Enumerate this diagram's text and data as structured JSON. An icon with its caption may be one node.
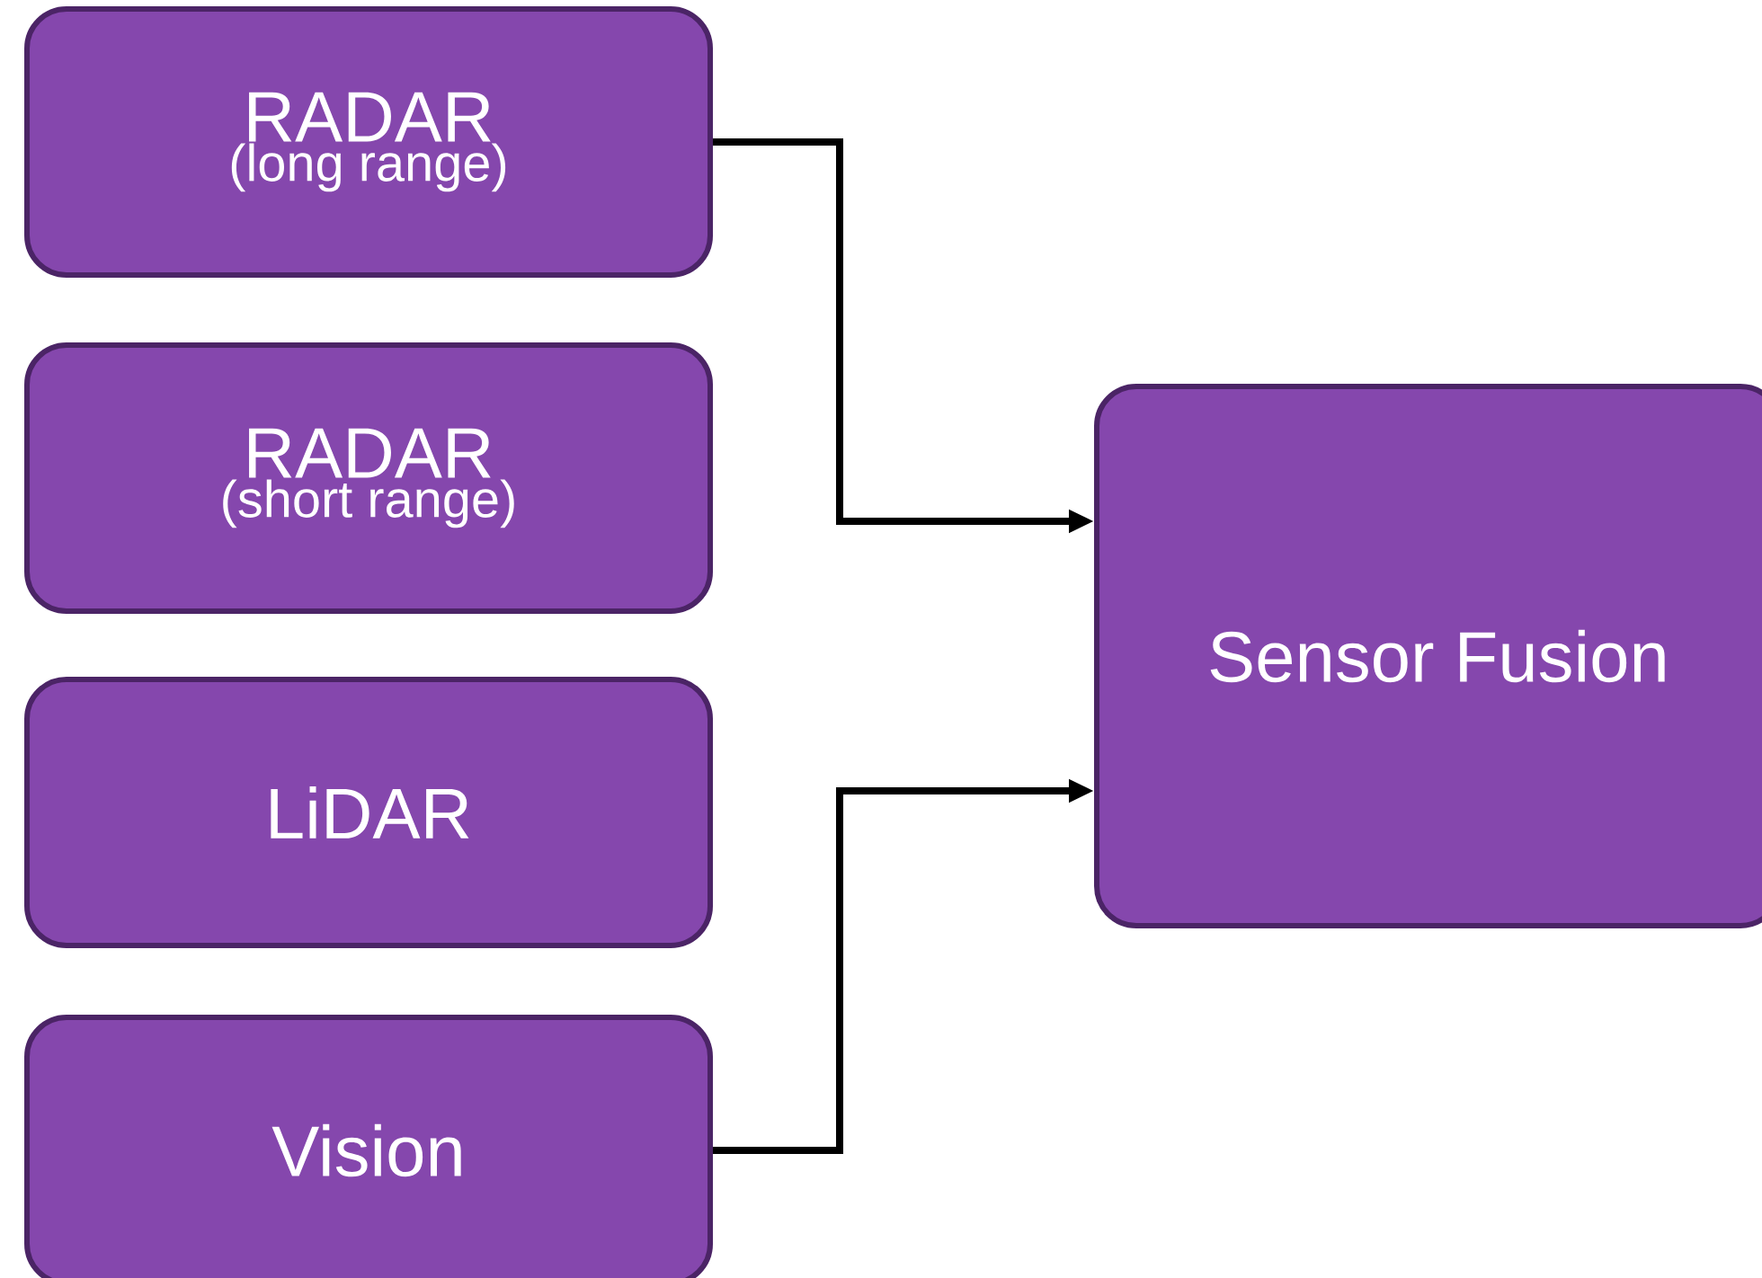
{
  "diagram": {
    "nodes": [
      {
        "text": [
          "RADAR",
          "(long range)"
        ]
      },
      {
        "text": [
          "RADAR",
          "(short range)"
        ]
      },
      {
        "text": [
          "LiDAR"
        ]
      },
      {
        "text": [
          "Vision"
        ]
      },
      {
        "text": [
          "Sensor Fusion"
        ]
      }
    ],
    "edges": [
      {
        "from": 0,
        "to": 4,
        "arrow": "to"
      },
      {
        "from": 3,
        "to": 4,
        "arrow": "to"
      }
    ]
  }
}
